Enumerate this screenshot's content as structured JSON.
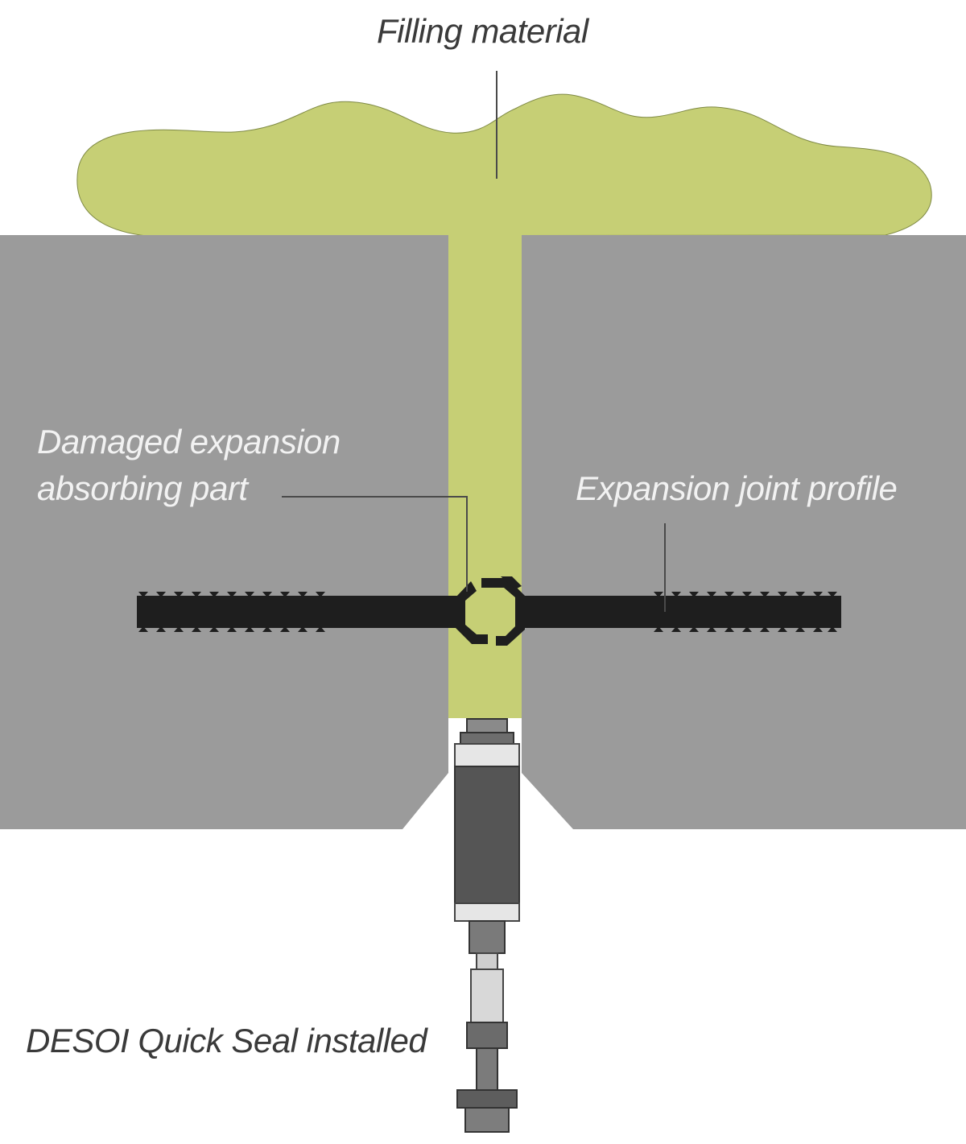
{
  "labels": {
    "filling_material": "Filling material",
    "damaged_part_line1": "Damaged expansion",
    "damaged_part_line2": "absorbing part",
    "expansion_joint_profile": "Expansion joint profile",
    "quick_seal": "DESOI Quick Seal installed"
  },
  "colors": {
    "concrete": "#9b9b9b",
    "filling": "#c6cf75",
    "profile": "#1e1e1e",
    "leader_line": "#4a4a4a",
    "seal_body": "#555555",
    "steel": "#c9c9c9"
  }
}
